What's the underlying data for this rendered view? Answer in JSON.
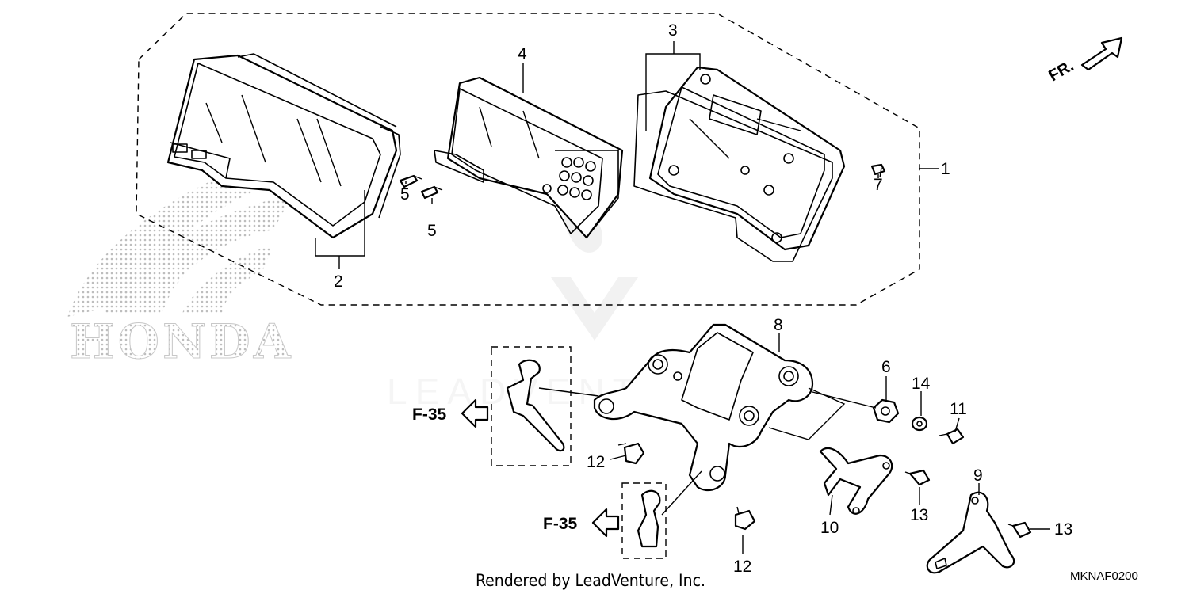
{
  "diagram": {
    "front_label": "FR.",
    "part_numbers": [
      "1",
      "2",
      "3",
      "4",
      "5",
      "5",
      "6",
      "7",
      "8",
      "9",
      "10",
      "11",
      "12",
      "12",
      "13",
      "13",
      "14"
    ],
    "reference_labels": [
      "F-35",
      "F-35"
    ],
    "credit": "Rendered by LeadVenture, Inc.",
    "diagram_code": "MKNAF0200",
    "watermark_brand": "HONDA",
    "watermark_text": "LEADVENTURE"
  },
  "colors": {
    "line": "#000000",
    "background": "#ffffff",
    "watermark": "#c8c8c8"
  }
}
